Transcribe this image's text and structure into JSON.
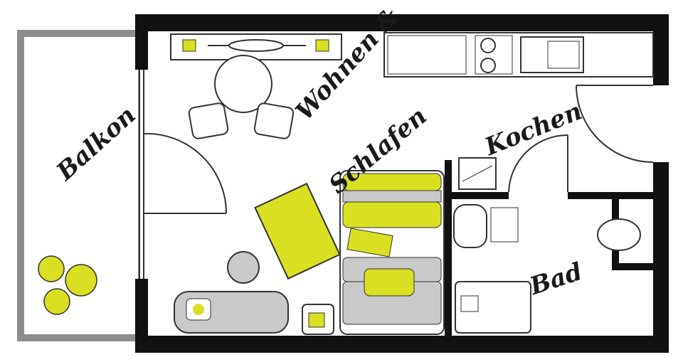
{
  "rooms": {
    "balkon": "Balkon",
    "wohnen": "Wohnen &",
    "schlafen": "Schlafen",
    "kochen": "Kochen",
    "bad": "Bad"
  },
  "colors": {
    "wall": "#111111",
    "accent": "#d9e021",
    "furniture_grey": "#c9c9c9",
    "balcony_frame": "#8c8c8c",
    "line": "#333333"
  }
}
